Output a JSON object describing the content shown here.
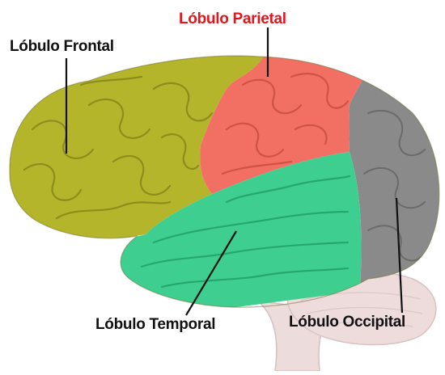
{
  "labels": {
    "frontal": "Lóbulo Frontal",
    "parietal": "Lóbulo Parietal",
    "temporal": "Lóbulo Temporal",
    "occipital": "Lóbulo Occipital"
  },
  "colors": {
    "frontal": "#b5b52c",
    "parietal": "#f27063",
    "temporal": "#3ecf90",
    "occipital": "#8a8a8a",
    "cerebellum": "#eedcdc",
    "brainstem": "#ecdcdc",
    "label_text": "#111111",
    "parietal_label_text": "#e8141c"
  }
}
